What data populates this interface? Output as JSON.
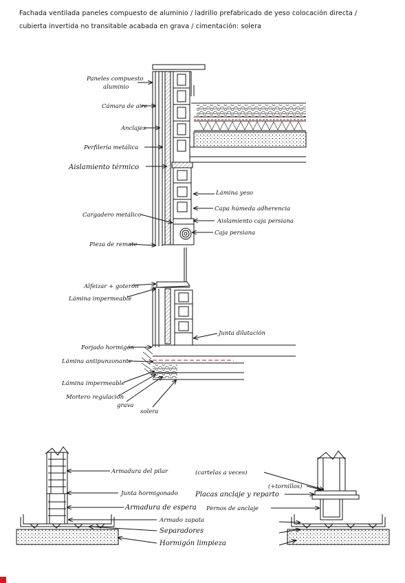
{
  "header": {
    "line1": "Fachada ventilada paneles compuesto de aluminio / ladrillo prefabricado de yeso colocación directa /",
    "line2": "cubierta invertida no transitable acabada en grava / cimentación: solera"
  },
  "labels": {
    "paneles": "Paneles compuesto",
    "paneles2": "aluminio",
    "camara": "Cámara de aire",
    "anclajes": "Anclajes",
    "perfileria": "Perfilería metálica",
    "aislamiento": "Aislamiento térmico",
    "lamina_yeso": "Lámina yeso",
    "capa": "Capa húmeda adherencia",
    "aisl_caja": "Aislamiento caja persiana",
    "caja": "Caja persiana",
    "cargadero": "Cargadero metálico",
    "pieza": "Pieza de remate",
    "alfeizar": "Alfeizar + goterón",
    "lamina_imp": "Lámina impermeable",
    "junta": "Junta dilatación",
    "forjado": "Forjado hormigón",
    "lamina_anti": "Lámina antipunzonante",
    "lamina_imp2": "Lámina impermeable",
    "mortero": "Mortero regulación",
    "grava": "grava",
    "solera": "solera",
    "armadura_pilar": "Armadura del pilar",
    "cartelas": "(cartelas a veces)",
    "tornillos": "(+tornillos)",
    "junta_horm": "Junta hormigonado",
    "placas": "Placas anclaje y reparto",
    "armadura_espera": "Armadura de espera",
    "pernos": "Pernos de anclaje",
    "armado_zapata": "Armado zapata",
    "separadores": "Separadores",
    "hormigon": "Hormigón limpieza"
  }
}
